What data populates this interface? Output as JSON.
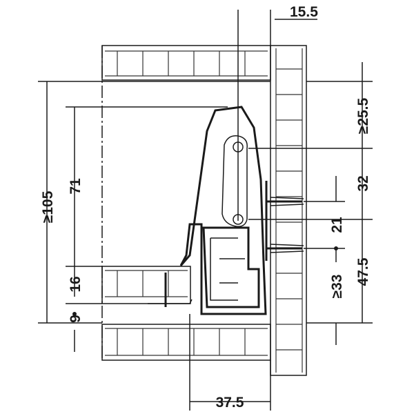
{
  "dimensions": {
    "top_offset": "15.5",
    "upper_clearance": "≥25.5",
    "hole_spacing": "32",
    "screw_spacing": "21",
    "lower_height": "47.5",
    "bottom_clearance": "≥33",
    "total_height": "≥105",
    "drawer_side_height": "71",
    "bottom_panel": "16",
    "bottom_gap": "9",
    "bottom_width": "37.5"
  },
  "colors": {
    "line": "#1a1a1a",
    "background": "#ffffff"
  }
}
